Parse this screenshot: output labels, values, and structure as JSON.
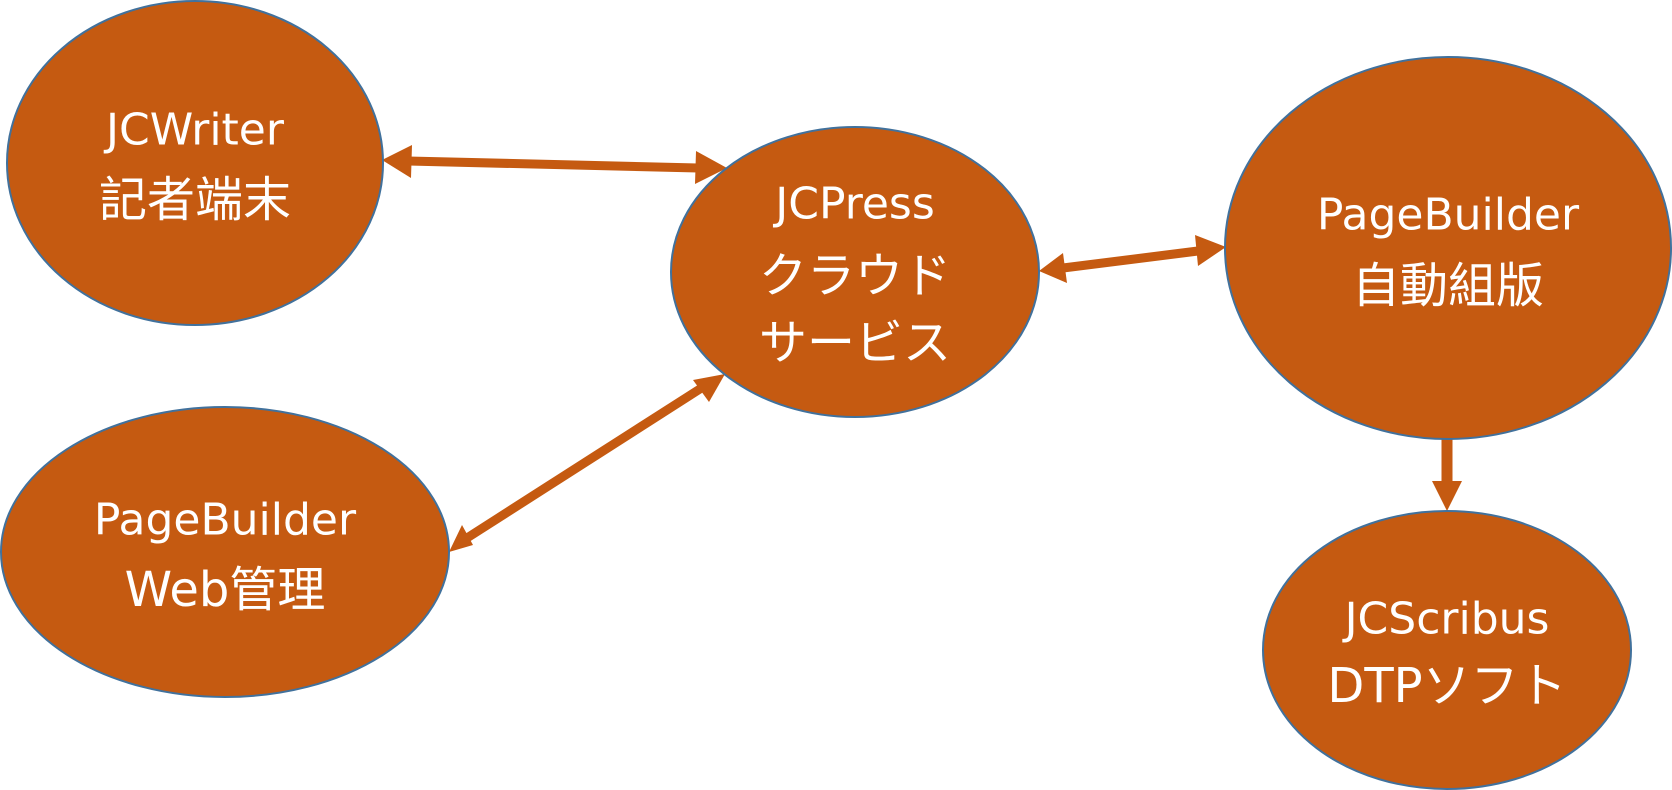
{
  "colors": {
    "node_fill": "#C55A11",
    "node_stroke": "#41719C",
    "arrow": "#C55A11",
    "text": "#FFFFFF",
    "background": "#FFFFFF"
  },
  "nodes": {
    "jcwriter": {
      "line1": "JCWriter",
      "line2": "記者端末"
    },
    "jcpress": {
      "line1": "JCPress",
      "line2": "クラウド",
      "line3": "サービス"
    },
    "pagebuilder_layout": {
      "line1": "PageBuilder",
      "line2": "自動組版"
    },
    "pagebuilder_web": {
      "line1": "PageBuilder",
      "line2": "Web管理"
    },
    "jcscribus": {
      "line1": "JCScribus",
      "line2": "DTPソフト"
    }
  },
  "connections": [
    {
      "from": "jcwriter",
      "to": "jcpress",
      "direction": "both"
    },
    {
      "from": "jcpress",
      "to": "pagebuilder_layout",
      "direction": "both"
    },
    {
      "from": "pagebuilder_web",
      "to": "jcpress",
      "direction": "both"
    },
    {
      "from": "pagebuilder_layout",
      "to": "jcscribus",
      "direction": "forward"
    }
  ]
}
